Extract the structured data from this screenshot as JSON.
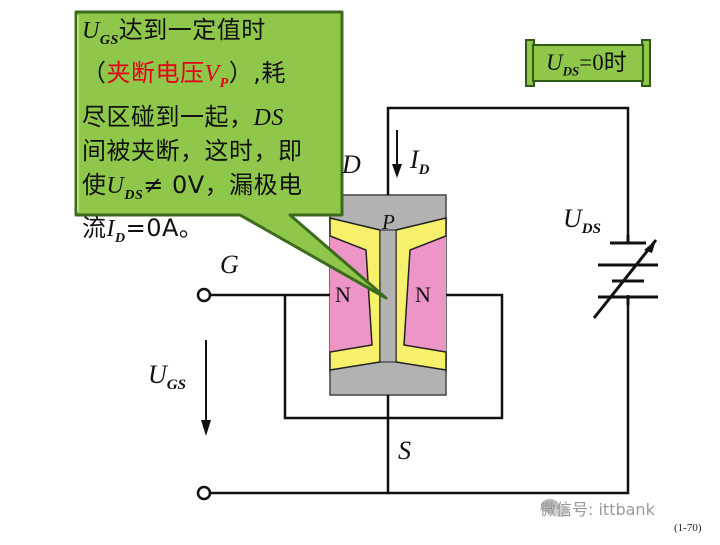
{
  "callout": {
    "line1_sub": "GS",
    "line1_rest": "达到一定值时",
    "line2_open": "（",
    "line2_red": "夹断电压",
    "line2_sub": "P",
    "line2_close": "）,耗",
    "line3": "尽区碰到一起，",
    "line3_ds": "DS",
    "line4": "间被夹断，这时，即",
    "line5_pre": "使",
    "line5_sub": "DS",
    "line5_mid": "≠ 0V，漏极电",
    "line6_pre": "流",
    "line6_sub": "D",
    "line6_post": "=0A。"
  },
  "condition_box": {
    "sub": "DS",
    "text": "=0时"
  },
  "labels": {
    "drain": "D",
    "gate": "G",
    "source": "S",
    "id_sub": "D",
    "uds_sub": "DS",
    "ugs_sub": "GS",
    "p_region": "P",
    "n_left": "N",
    "n_right": "N"
  },
  "watermark": "微信号: ittbank",
  "page_number": "(1-70)",
  "colors": {
    "callout_fill": "#8fc74a",
    "callout_border": "#3d6b1e",
    "depletion_yellow": "#f6f06a",
    "n_region_pink": "#ee95c8",
    "body_gray": "#b2b2b2",
    "highlight_red": "#e2001a"
  }
}
